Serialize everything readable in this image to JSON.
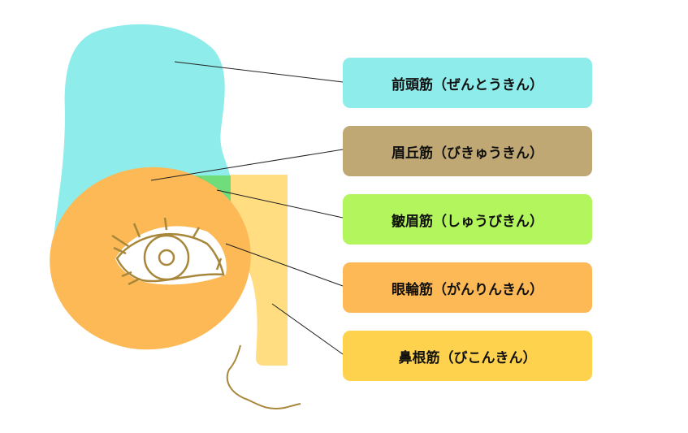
{
  "labels": [
    {
      "text": "前頭筋（ぜんとうきん）",
      "color": "#8EECEA"
    },
    {
      "text": "眉丘筋（びきゅうきん）",
      "color": "#BFA874"
    },
    {
      "text": "皺眉筋（しゅうびきん）",
      "color": "#B2F55C"
    },
    {
      "text": "眼輪筋（がんりんきん）",
      "color": "#FDB955"
    },
    {
      "text": "鼻根筋（びこんきん）",
      "color": "#FFD24D"
    }
  ],
  "region_colors": {
    "frontalis": "#8EECEA",
    "procerus": "#FFDD80",
    "corrugator": "#6EDD7A",
    "orbicularis": "#FDB955",
    "outline": "#A8873A"
  }
}
